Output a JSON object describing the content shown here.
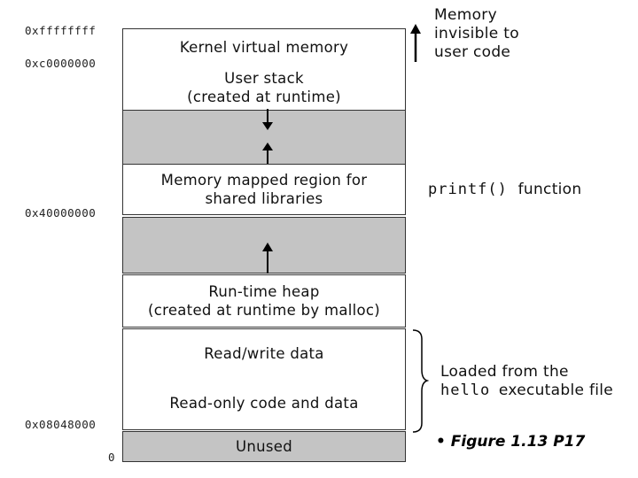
{
  "addresses": {
    "top": "0xffffffff",
    "kernel_start": "0xc0000000",
    "shared_libs": "0x40000000",
    "program_start": "0x08048000",
    "zero": "0"
  },
  "regions": {
    "kernel": "Kernel virtual memory",
    "user_stack_line1": "User stack",
    "user_stack_line2": "(created at runtime)",
    "mmap_line1": "Memory mapped region for",
    "mmap_line2": "shared libraries",
    "heap_line1": "Run-time heap",
    "heap_line2": "(created at runtime by malloc)",
    "rw_data": "Read/write data",
    "ro_code": "Read-only code and data",
    "unused": "Unused"
  },
  "annotations": {
    "invisible_line1": "Memory",
    "invisible_line2": "invisible to",
    "invisible_line3": "user code",
    "printf_code": "printf()",
    "printf_text": "function",
    "loaded_line1": "Loaded from the",
    "loaded_code": "hello",
    "loaded_text": "executable file"
  },
  "caption": "• Figure 1.13 P17",
  "colors": {
    "grey_region": "#c4c4c4",
    "border": "#333333"
  }
}
